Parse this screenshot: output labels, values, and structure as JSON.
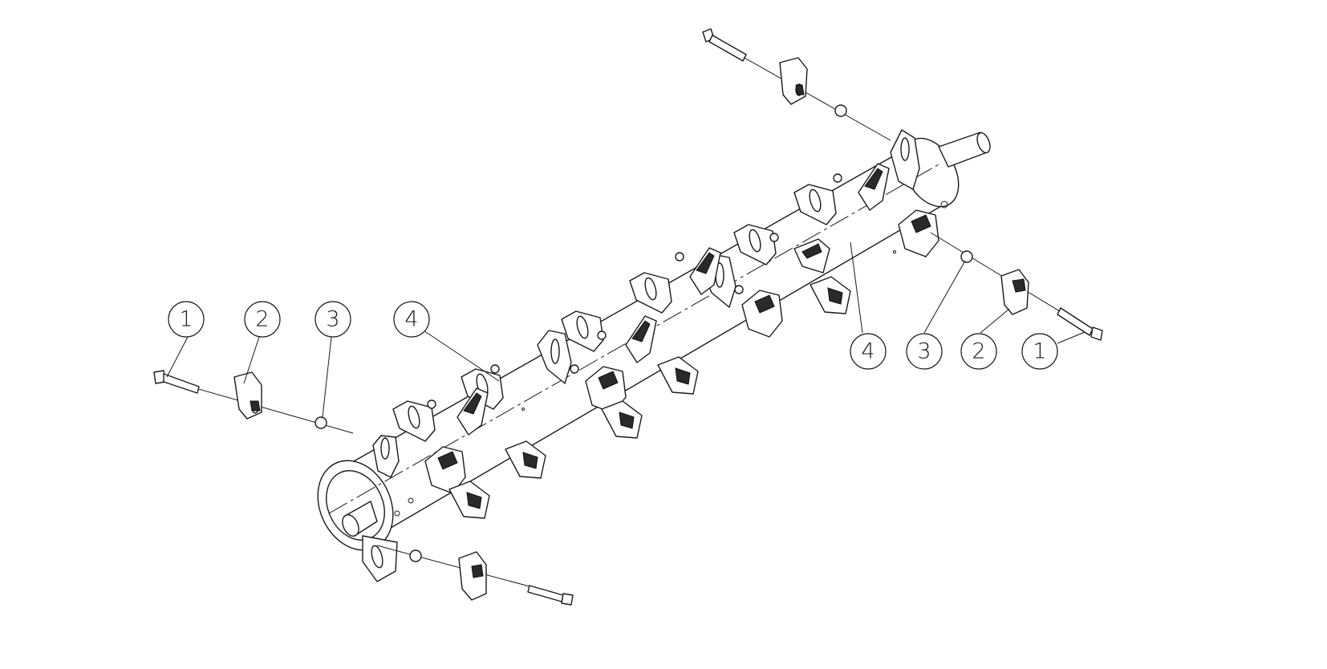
{
  "callouts": [
    {
      "label": "1"
    },
    {
      "label": "2"
    },
    {
      "label": "3"
    },
    {
      "label": "4"
    },
    {
      "label": "4"
    },
    {
      "label": "3"
    },
    {
      "label": "2"
    },
    {
      "label": "1"
    }
  ]
}
